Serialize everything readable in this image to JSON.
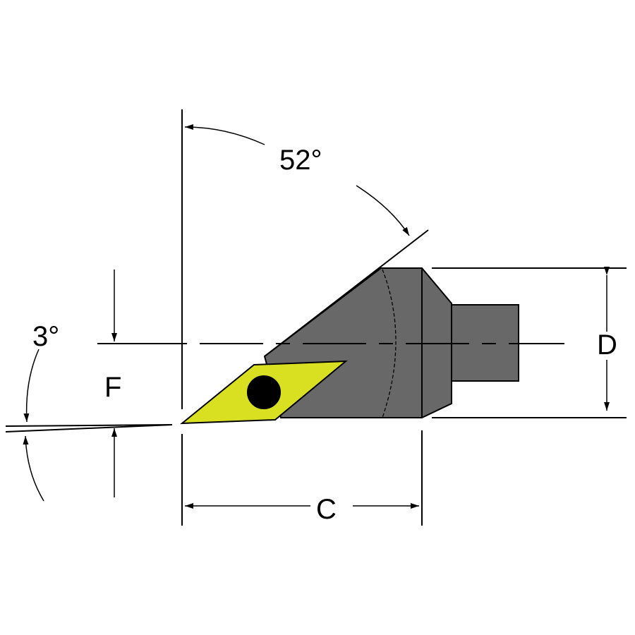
{
  "labels": {
    "angle_top": "52°",
    "angle_left": "3°",
    "dim_f": "F",
    "dim_d": "D",
    "dim_c": "C"
  },
  "colors": {
    "body": "#686868",
    "insert": "#d9e021",
    "line": "#000000"
  }
}
